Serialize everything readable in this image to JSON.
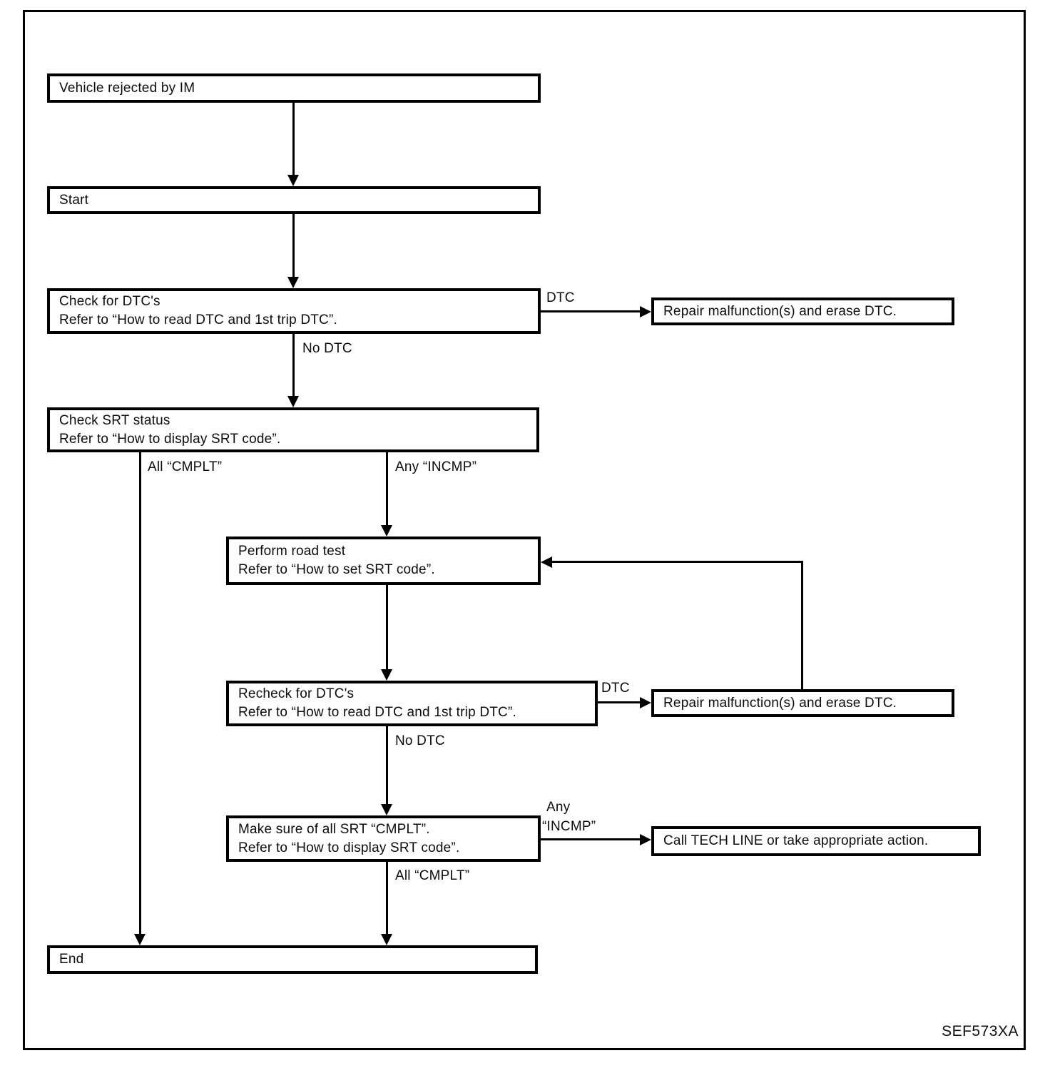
{
  "figure_code": "SEF573XA",
  "colors": {
    "line": "#000000",
    "background": "#ffffff"
  },
  "flowchart": {
    "nodes": {
      "vehicle_rejected": {
        "line1": "Vehicle rejected by IM"
      },
      "start": {
        "line1": "Start"
      },
      "check_dtc": {
        "line1": "Check for DTC's",
        "line2": "Refer to “How to read DTC and 1st trip DTC”."
      },
      "repair_1": {
        "line1": "Repair malfunction(s) and erase DTC."
      },
      "check_srt": {
        "line1": "Check SRT status",
        "line2": "Refer to “How to display SRT code”."
      },
      "perform_road_test": {
        "line1": "Perform road test",
        "line2": "Refer to “How to set SRT code”."
      },
      "recheck_dtc": {
        "line1": "Recheck for DTC's",
        "line2": "Refer to “How to read DTC and 1st trip DTC”."
      },
      "repair_2": {
        "line1": "Repair malfunction(s) and erase DTC."
      },
      "make_sure_srt": {
        "line1": "Make sure of all SRT “CMPLT”.",
        "line2": "Refer to “How to display SRT code”."
      },
      "call_tech_line": {
        "line1": "Call TECH LINE or take appropriate action."
      },
      "end": {
        "line1": "End"
      }
    },
    "edge_labels": {
      "dtc_1": "DTC",
      "no_dtc_1": "No DTC",
      "all_cmplt_1": "All “CMPLT”",
      "any_incmp_1": "Any “INCMP”",
      "dtc_2": "DTC",
      "no_dtc_2": "No DTC",
      "any_2_line1": "Any",
      "any_2_line2": "“INCMP”",
      "all_cmplt_2": "All “CMPLT”"
    }
  }
}
